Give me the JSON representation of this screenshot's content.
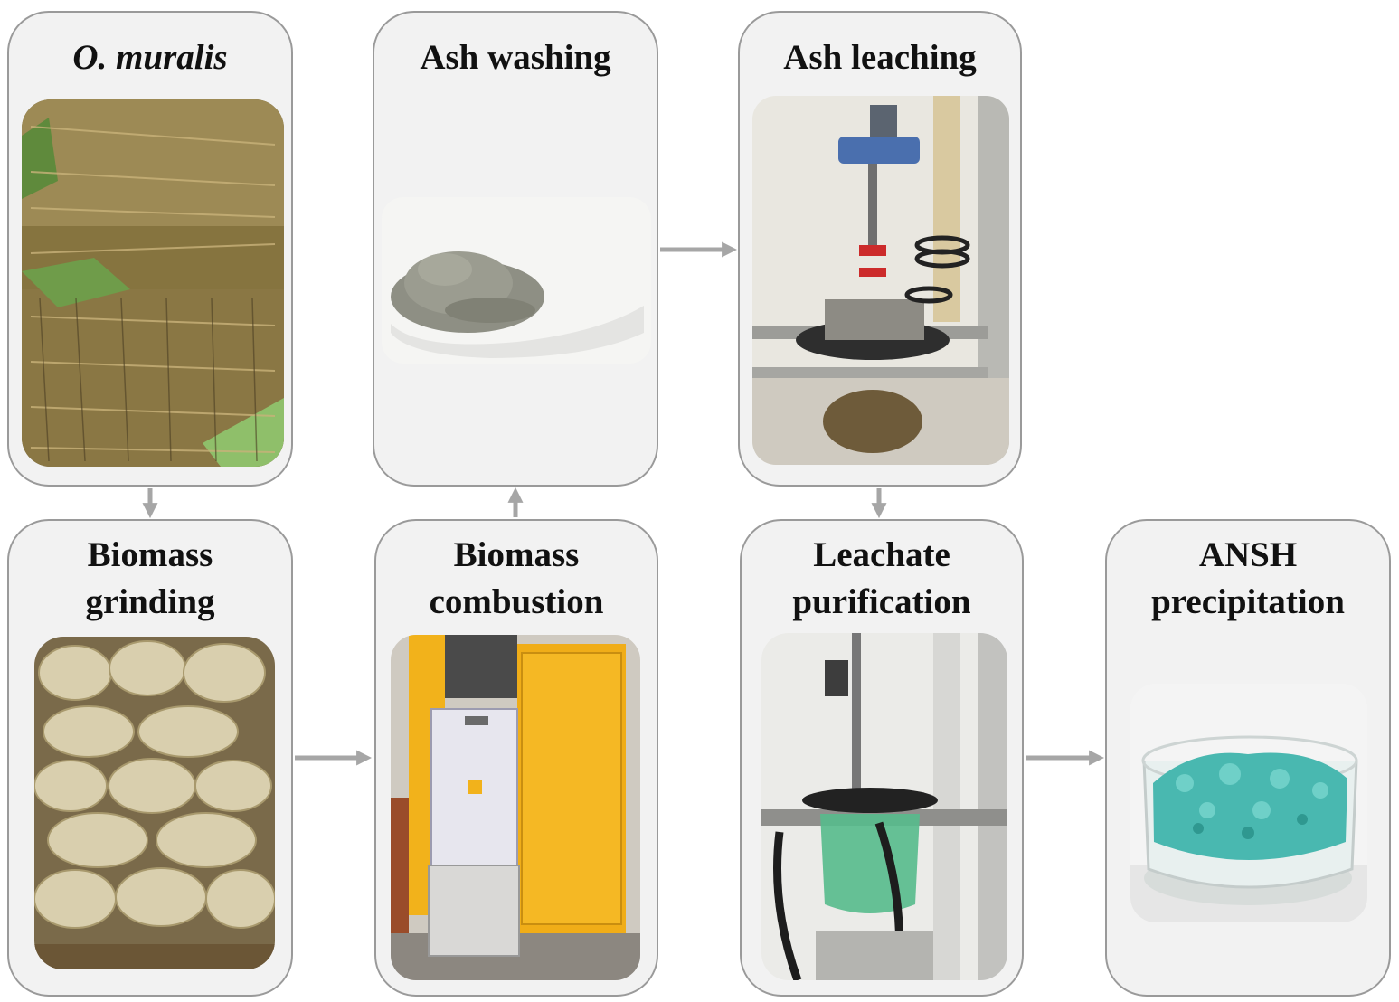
{
  "steps": [
    {
      "title_lines": [
        "O. muralis"
      ],
      "italic": true,
      "photo": "miscanthus-bales"
    },
    {
      "title_lines": [
        "Ash washing"
      ],
      "photo": "ash-powder-scoop"
    },
    {
      "title_lines": [
        "Ash leaching"
      ],
      "photo": "leaching-reactor"
    },
    {
      "title_lines": [
        "Biomass",
        "grinding"
      ],
      "photo": "ground-biomass-bags"
    },
    {
      "title_lines": [
        "Biomass",
        "combustion"
      ],
      "photo": "combustion-boiler"
    },
    {
      "title_lines": [
        "Leachate",
        "purification"
      ],
      "photo": "purification-reactor"
    },
    {
      "title_lines": [
        "ANSH",
        "precipitation"
      ],
      "photo": "ansh-crystals-beaker"
    }
  ],
  "colors": {
    "card_fill": "#f2f2f2",
    "card_border": "#9a9a9a",
    "arrow": "#a6a6a6",
    "crystals": "#49b8b0",
    "leachate": "#4fb88f",
    "boiler": "#f2b21b"
  }
}
